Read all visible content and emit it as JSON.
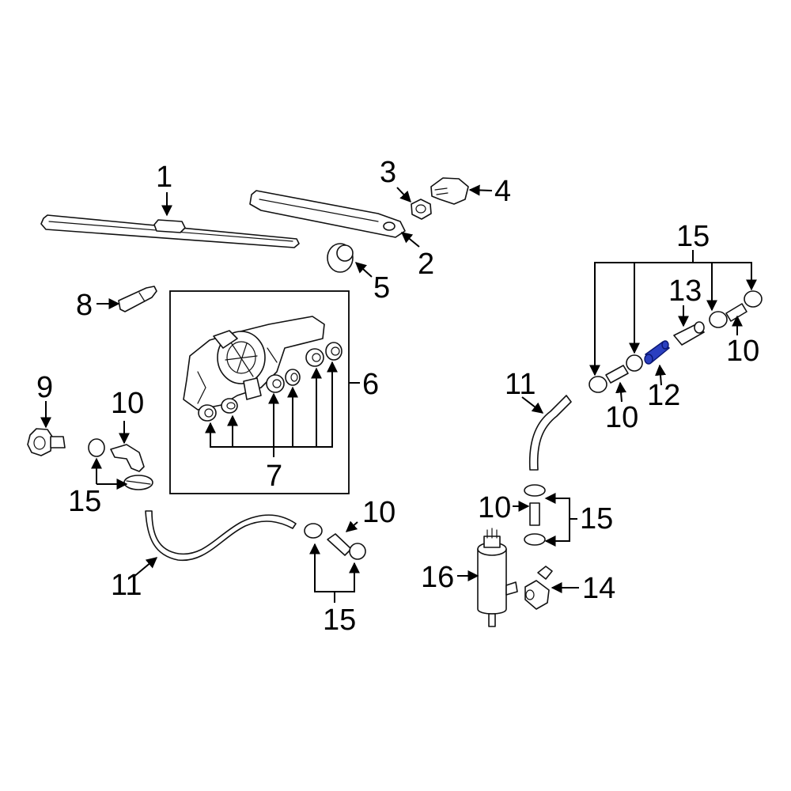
{
  "diagram": {
    "labels": {
      "blade": "1",
      "arm": "2",
      "nut": "3",
      "cap": "4",
      "seal": "5",
      "motor_assembly": "6",
      "bushings": "7",
      "nozzle": "8",
      "pump_fitting": "9",
      "connector_left": "10",
      "connector_lower": "10",
      "connector_right_top": "10",
      "connector_right_mid": "10",
      "connector_reservoir": "10",
      "hose_lower_left": "11",
      "hose_right": "11",
      "check_valve": "12",
      "joint": "13",
      "elbow": "14",
      "clamps_left": "15",
      "clamps_lower": "15",
      "clamps_top_right": "15",
      "clamps_reservoir": "15",
      "washer_pump": "16"
    },
    "highlight_color": "#2a3fc0"
  }
}
